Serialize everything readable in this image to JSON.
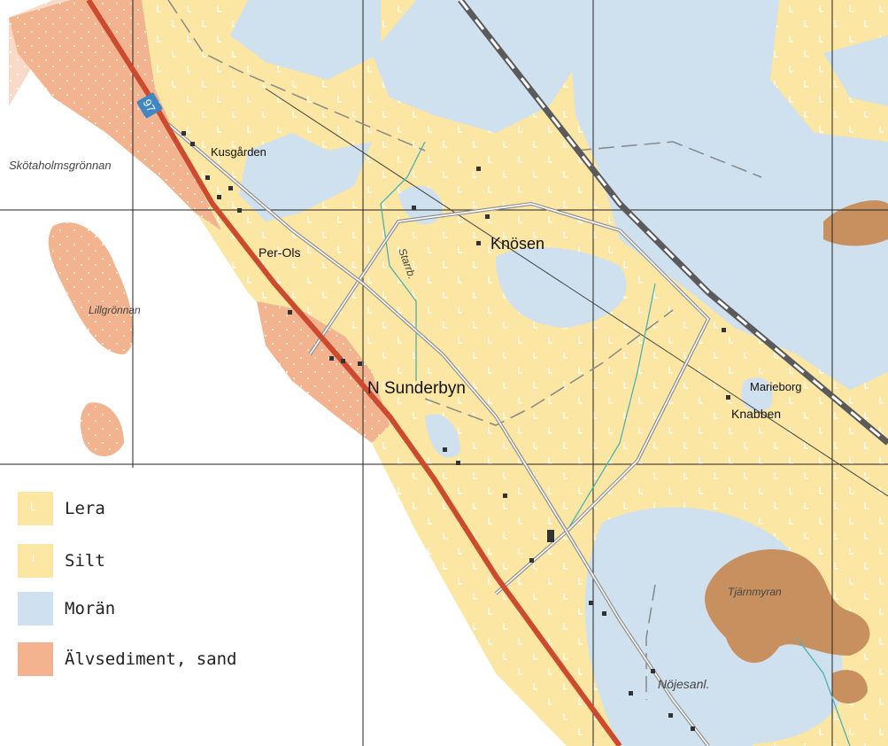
{
  "colors": {
    "lera": "#fbe6a4",
    "silt": "#fbe6a4",
    "moran": "#cfe0ee",
    "alvsediment": "#f2b38e",
    "torv": "#c8905e",
    "road_main": "#cc4a2e",
    "road_minor": "#8e8e8e",
    "railway": "#5a5a5a",
    "grid": "#222222",
    "stream": "#4bb3b0",
    "boundary": "#a78ee0"
  },
  "map": {
    "road_number": "97",
    "places": {
      "kusgarden": "Kusgården",
      "per_ols": "Per-Ols",
      "knosen": "Knösen",
      "n_sunderbyn": "N Sunderbyn",
      "marieborg": "Marieborg",
      "knabben": "Knabben",
      "skotaholmsgronnan": "Skötaholmsgrönnan",
      "lillgronnan": "Lillgrönnan",
      "starrb": "Starrb.",
      "tjarnmyran": "Tjärnmyran",
      "nojesanl": "Nöjesanl."
    }
  },
  "legend": {
    "items": [
      {
        "label": "Lera",
        "symbol": "L",
        "pattern": "lera"
      },
      {
        "label": "Silt",
        "symbol": "I",
        "pattern": "silt"
      },
      {
        "label": "Morän",
        "symbol": "",
        "pattern": "moran"
      },
      {
        "label": "Älvsediment, sand",
        "symbol": "",
        "pattern": "alvsediment"
      }
    ]
  }
}
